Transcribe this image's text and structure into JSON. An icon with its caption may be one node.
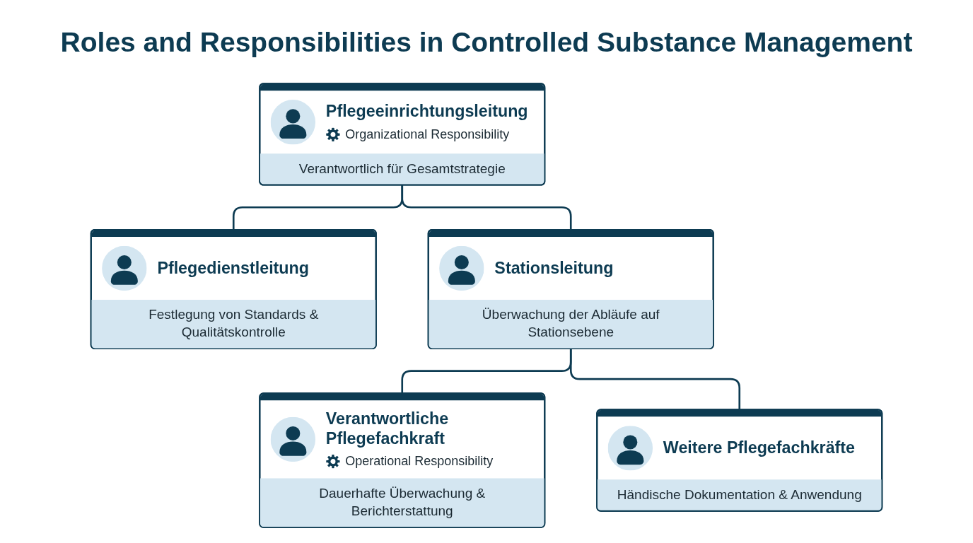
{
  "diagram": {
    "title": "Roles and Responsibilities in Controlled Substance Management",
    "nodes": [
      {
        "text": [
          "Pflegeeinrichtungsleitung",
          "Organizational Responsibility",
          "Verantwortlich für Gesamtstrategie"
        ]
      },
      {
        "text": [
          "Pflegedienstleitung",
          "Festlegung von Standards & Qualitätskontrolle"
        ]
      },
      {
        "text": [
          "Stationsleitung",
          "Überwachung der Abläufe auf Stationsebene"
        ]
      },
      {
        "text": [
          "Verantwortliche Pflegefachkraft",
          "Operational Responsibility",
          "Dauerhafte Überwachung & Berichterstattung"
        ]
      },
      {
        "text": [
          "Weitere Pflegefachkräfte",
          "Händische Dokumentation & Anwendung"
        ]
      }
    ],
    "edges": [
      {
        "from": 0,
        "to": 1,
        "arrow": "none"
      },
      {
        "from": 0,
        "to": 2,
        "arrow": "none"
      },
      {
        "from": 2,
        "to": 3,
        "arrow": "none"
      },
      {
        "from": 2,
        "to": 4,
        "arrow": "none"
      }
    ]
  }
}
